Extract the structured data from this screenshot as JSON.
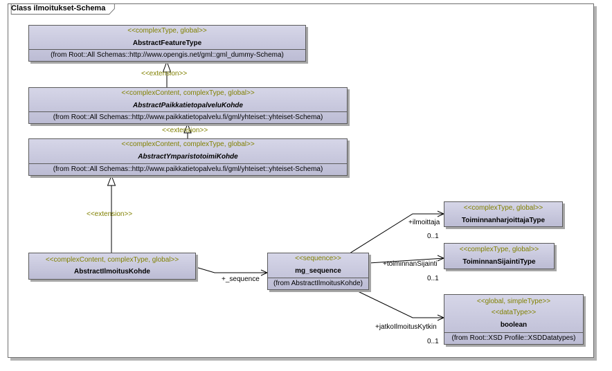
{
  "diagram_title": "Class ilmoitukset-Schema",
  "classes": {
    "feature": {
      "stereotype": "<<complexType, global>>",
      "name": "AbstractFeatureType",
      "from": "(from Root::All Schemas::http://www.opengis.net/gml::gml_dummy-Schema)"
    },
    "paikkatieto": {
      "stereotype": "<<complexContent, complexType, global>>",
      "name": "AbstractPaikkatietopalveluKohde",
      "from": "(from Root::All Schemas::http://www.paikkatietopalvelu.fi/gml/yhteiset::yhteiset-Schema)"
    },
    "ymparisto": {
      "stereotype": "<<complexContent, complexType, global>>",
      "name": "AbstractYmparistotoimiKohde",
      "from": "(from Root::All Schemas::http://www.paikkatietopalvelu.fi/gml/yhteiset::yhteiset-Schema)"
    },
    "ilmoitus": {
      "stereotype": "<<complexContent, complexType, global>>",
      "name": "AbstractIlmoitusKohde"
    },
    "mg": {
      "stereotype": "<<sequence>>",
      "name": "mg_sequence",
      "from": "(from AbstractIlmoitusKohde)"
    },
    "harjoittaja": {
      "stereotype": "<<complexType, global>>",
      "name": "ToiminnanharjoittajaType"
    },
    "sijainti": {
      "stereotype": "<<complexType, global>>",
      "name": "ToiminnanSijaintiType"
    },
    "boolean": {
      "stereotype": "<<global, simpleType>>",
      "stereotype2": "<<dataType>>",
      "name": "boolean",
      "from": "(from Root::XSD Profile::XSDDatatypes)"
    }
  },
  "labels": {
    "ext1": "<<extension>>",
    "ext2": "<<extension>>",
    "ext3": "<<extension>>",
    "sequence_role": "+_sequence",
    "ilmoittaja_role": "+ilmoittaja",
    "ilmoittaja_mult": "0..1",
    "sijainti_role": "+toiminnanSijainti",
    "sijainti_mult": "0..1",
    "kytkin_role": "+jatkoIlmoitusKytkin",
    "kytkin_mult": "0..1"
  },
  "colors": {
    "stereotype": "#808000",
    "box_fill_top": "#d6d6e8",
    "box_fill_bottom": "#bcbcd4",
    "border": "#5a5a5a"
  }
}
